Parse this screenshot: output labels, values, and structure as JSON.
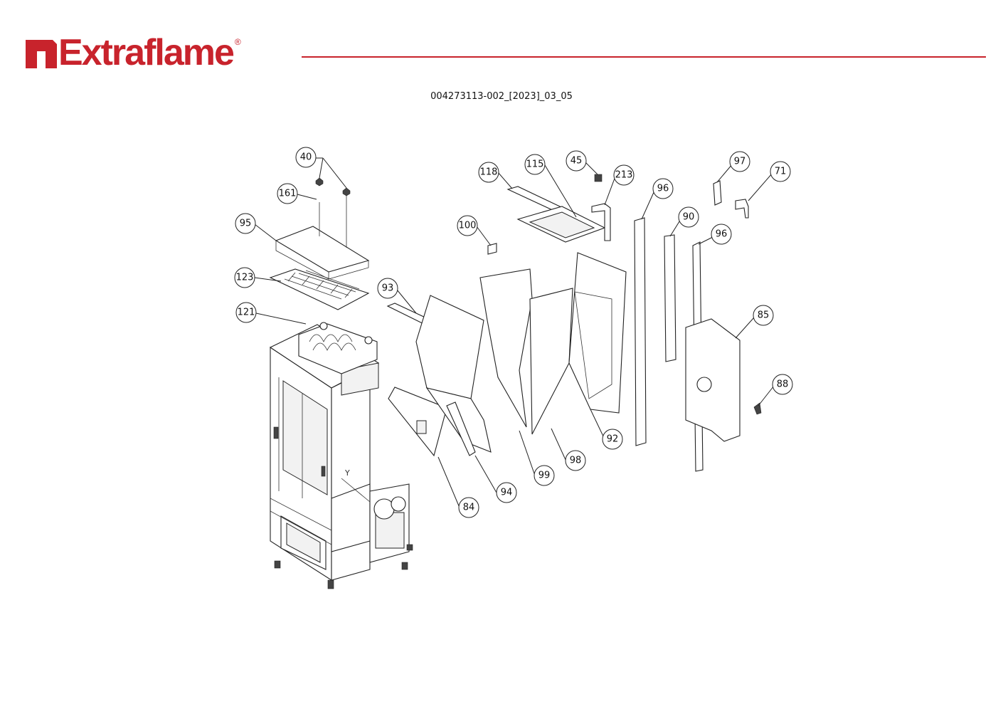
{
  "header": {
    "brand": "Extraflame",
    "registered_mark": "®",
    "document_code": "004273113-002_[2023]_03_05"
  },
  "diagram": {
    "axis_marker": "Y",
    "callouts": [
      {
        "id": "c40",
        "label": "40"
      },
      {
        "id": "c161",
        "label": "161"
      },
      {
        "id": "c95",
        "label": "95"
      },
      {
        "id": "c123",
        "label": "123"
      },
      {
        "id": "c121",
        "label": "121"
      },
      {
        "id": "c118",
        "label": "118"
      },
      {
        "id": "c115",
        "label": "115"
      },
      {
        "id": "c45",
        "label": "45"
      },
      {
        "id": "c213",
        "label": "213"
      },
      {
        "id": "c100",
        "label": "100"
      },
      {
        "id": "c93",
        "label": "93"
      },
      {
        "id": "c96a",
        "label": "96"
      },
      {
        "id": "c90",
        "label": "90"
      },
      {
        "id": "c96b",
        "label": "96"
      },
      {
        "id": "c97",
        "label": "97"
      },
      {
        "id": "c71",
        "label": "71"
      },
      {
        "id": "c85",
        "label": "85"
      },
      {
        "id": "c88",
        "label": "88"
      },
      {
        "id": "c92",
        "label": "92"
      },
      {
        "id": "c98",
        "label": "98"
      },
      {
        "id": "c99",
        "label": "99"
      },
      {
        "id": "c94",
        "label": "94"
      },
      {
        "id": "c84",
        "label": "84"
      }
    ]
  }
}
